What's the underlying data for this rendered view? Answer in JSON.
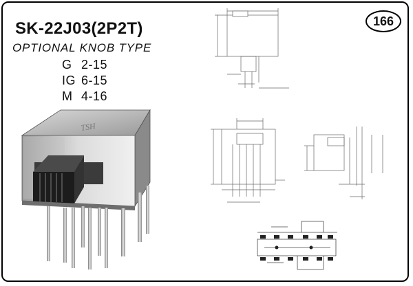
{
  "header": {
    "model": "SK-22J03(2P2T)",
    "subtitle": "OPTIONAL KNOB TYPE"
  },
  "knob_options": [
    {
      "code": "G",
      "range": "2-15"
    },
    {
      "code": "IG",
      "range": "6-15"
    },
    {
      "code": "M",
      "range": "4-16"
    }
  ],
  "page_number": "166",
  "product_mark": "TSH"
}
